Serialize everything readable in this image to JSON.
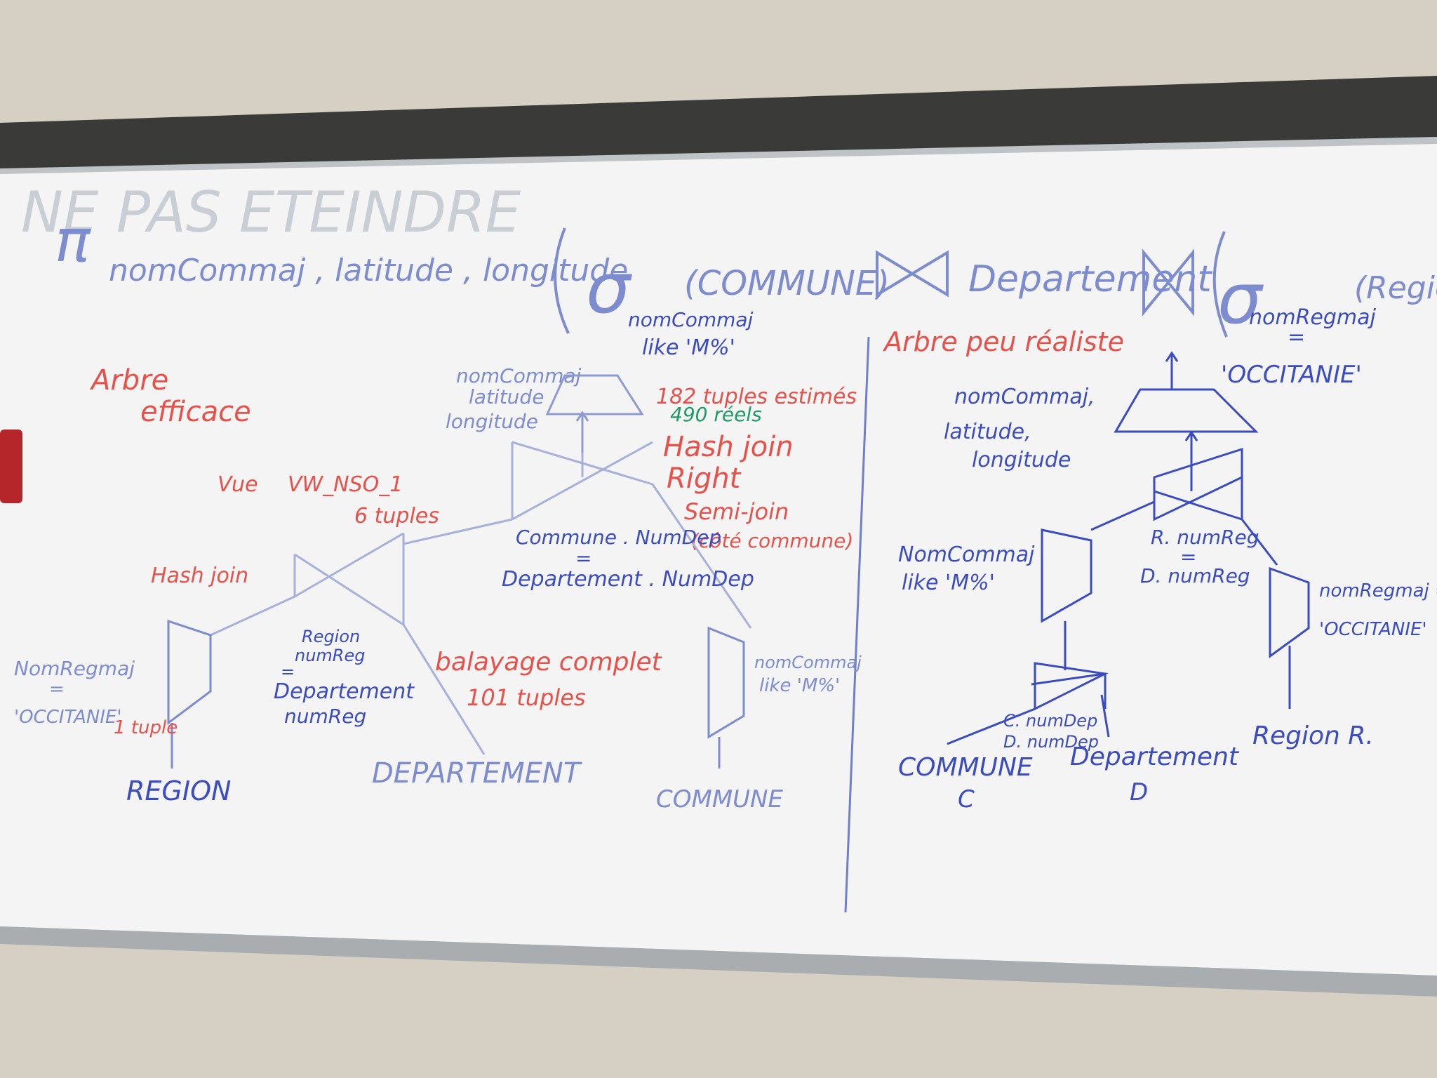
{
  "board": {
    "ghost_text": "NE PAS ETEINDRE",
    "colors": {
      "blue": "#3b4cc0",
      "light_blue": "#7d8ccf",
      "red": "#e8504a",
      "green": "#1f9a6a"
    }
  },
  "formula": {
    "pi": "π",
    "projection": "nomCommaj , latitude , longitude",
    "sigma1": "σ",
    "commune": "(COMMUNE)",
    "cond1_a": "nomCommaj",
    "cond1_b": "like 'M%'",
    "departement": "Departement",
    "sigma2": "σ",
    "region": "(Region",
    "cond2_a": "nomRegmaj",
    "cond2_b": "=",
    "cond2_c": "'OCCITANIE'"
  },
  "left_tree": {
    "title_a": "Arbre",
    "title_b": "efficace",
    "projection_a": "nomCommaj",
    "projection_b": "latitude",
    "projection_c": "longitude",
    "estimate": "182 tuples estimés",
    "reel": "490 réels",
    "join_top_a": "Hash join",
    "join_top_b": "Right",
    "join_top_c": "Semi-join",
    "join_top_d": "(côté commune)",
    "vue_a": "Vue",
    "vue_b": "VW_NSO_1",
    "vue_tuples": "6 tuples",
    "cond_top_a": "Commune . NumDep",
    "cond_top_b": "=",
    "cond_top_c": "Departement . NumDep",
    "hash_join": "Hash join",
    "cond_mid_a": "Region",
    "cond_mid_b": "numReg",
    "cond_mid_c": "=",
    "cond_mid_d": "Departement",
    "cond_mid_e": "numReg",
    "sel_region_a": "NomRegmaj",
    "sel_region_b": "=",
    "sel_region_c": "'OCCITANIE'",
    "one_tuple": "1 tuple",
    "scan_a": "balayage complet",
    "scan_b": "101 tuples",
    "sel_commune_a": "nomCommaj",
    "sel_commune_b": "like 'M%'",
    "region": "REGION",
    "departement": "DEPARTEMENT",
    "commune": "COMMUNE"
  },
  "right_tree": {
    "title": "Arbre peu réaliste",
    "projection_a": "nomCommaj,",
    "projection_b": "latitude,",
    "projection_c": "longitude",
    "join_a": "R. numReg",
    "join_b": "=",
    "join_c": "D. numReg",
    "sel_commune_a": "NomCommaj",
    "sel_commune_b": "like 'M%'",
    "sel_region_a": "nomRegmaj =",
    "sel_region_b": "'OCCITANIE'",
    "join2_a": "C. numDep",
    "join2_b": "D. numDep",
    "commune": "COMMUNE",
    "commune_alias": "C",
    "departement": "Departement",
    "departement_alias": "D",
    "region": "Region R."
  }
}
